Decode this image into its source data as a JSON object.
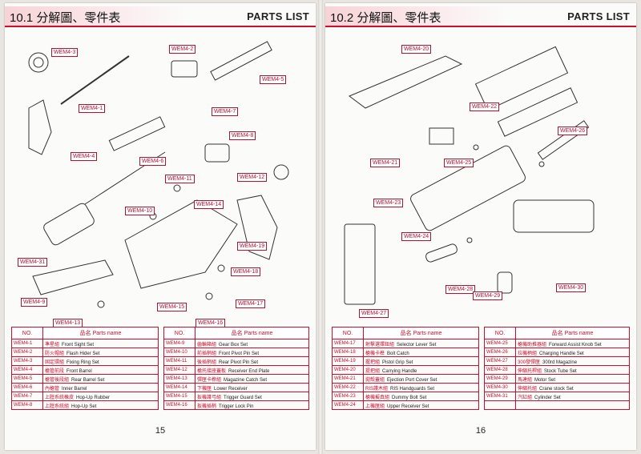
{
  "left_page": {
    "section_title": "10.1 分解圖、零件表",
    "parts_list_label": "PARTS LIST",
    "page_number": "15",
    "callouts": [
      "WEM4-3",
      "WEM4-2",
      "WEM4-5",
      "WEM4-1",
      "WEM4-7",
      "WEM4-8",
      "WEM4-4",
      "WEM4-6",
      "WEM4-11",
      "WEM4-12",
      "WEM4-10",
      "WEM4-14",
      "WEM4-31",
      "WEM4-19",
      "WEM4-18",
      "WEM4-9",
      "WEM4-17",
      "WEM4-15",
      "WEM4-13",
      "WEM4-16"
    ],
    "table_headers": {
      "no": "NO.",
      "name": "品名 Parts name"
    },
    "table_left": [
      {
        "no": "WEM4-1",
        "zh": "準星組",
        "en": "Front Sight Set"
      },
      {
        "no": "WEM4-2",
        "zh": "防火帽組",
        "en": "Flash Hider Set"
      },
      {
        "no": "WEM4-3",
        "zh": "固定環組",
        "en": "Fixing Ring Set"
      },
      {
        "no": "WEM4-4",
        "zh": "槍管前段",
        "en": "Front Barrel"
      },
      {
        "no": "WEM4-5",
        "zh": "槍管後段組",
        "en": "Rear Barrel Set"
      },
      {
        "no": "WEM4-6",
        "zh": "內槍管",
        "en": "Inner Barrel"
      },
      {
        "no": "WEM4-7",
        "zh": "上膛系統橡皮",
        "en": "Hop-Up Rubber"
      },
      {
        "no": "WEM4-8",
        "zh": "上膛系統組",
        "en": "Hop-Up Set"
      }
    ],
    "table_right": [
      {
        "no": "WEM4-9",
        "zh": "齒輪箱組",
        "en": "Gear Box Set"
      },
      {
        "no": "WEM4-10",
        "zh": "前插梢組",
        "en": "Front Pivot Pin Set"
      },
      {
        "no": "WEM4-11",
        "zh": "後插梢組",
        "en": "Rear Pivot Pin Set"
      },
      {
        "no": "WEM4-12",
        "zh": "槍托接座蓋板",
        "en": "Receiver End Plate"
      },
      {
        "no": "WEM4-13",
        "zh": "彈匣卡榫組",
        "en": "Magazine Catch Set"
      },
      {
        "no": "WEM4-14",
        "zh": "下機匣",
        "en": "Lower Receiver"
      },
      {
        "no": "WEM4-15",
        "zh": "扳機護弓組",
        "en": "Trigger Guard Set"
      },
      {
        "no": "WEM4-16",
        "zh": "扳機插梢",
        "en": "Trigger Lock Pin"
      }
    ]
  },
  "right_page": {
    "section_title": "10.2 分解圖、零件表",
    "parts_list_label": "PARTS LIST",
    "page_number": "16",
    "callouts": [
      "WEM4-20",
      "WEM4-22",
      "WEM4-26",
      "WEM4-21",
      "WEM4-25",
      "WEM4-23",
      "WEM4-24",
      "WEM4-28",
      "WEM4-29",
      "WEM4-30",
      "WEM4-27"
    ],
    "table_headers": {
      "no": "NO.",
      "name": "品名 Parts name"
    },
    "table_left": [
      {
        "no": "WEM4-17",
        "zh": "射擊選擇鈕組",
        "en": "Selector Lever Set"
      },
      {
        "no": "WEM4-18",
        "zh": "槍機卡榫",
        "en": "Bolt Catch"
      },
      {
        "no": "WEM4-19",
        "zh": "握把組",
        "en": "Pistol Grip Set"
      },
      {
        "no": "WEM4-20",
        "zh": "提把組",
        "en": "Carrying Handle"
      },
      {
        "no": "WEM4-21",
        "zh": "拋殼蓋組",
        "en": "Ejection Port Cover Set"
      },
      {
        "no": "WEM4-22",
        "zh": "RIS護木組",
        "en": "RIS Handguards Set"
      },
      {
        "no": "WEM4-23",
        "zh": "槍機擬真組",
        "en": "Dummy Bolt Set"
      },
      {
        "no": "WEM4-24",
        "zh": "上機匣組",
        "en": "Upper Receiver Set"
      }
    ],
    "table_right": [
      {
        "no": "WEM4-25",
        "zh": "槍機助推器組",
        "en": "Forward Assist Knob Set"
      },
      {
        "no": "WEM4-26",
        "zh": "拉機柄組",
        "en": "Charging Handle Set"
      },
      {
        "no": "WEM4-27",
        "zh": "300發彈匣",
        "en": "300rd Magazine"
      },
      {
        "no": "WEM4-28",
        "zh": "伸縮托桿組",
        "en": "Stock Tube Set"
      },
      {
        "no": "WEM4-29",
        "zh": "馬達組",
        "en": "Motor Set"
      },
      {
        "no": "WEM4-30",
        "zh": "伸縮托組",
        "en": "Crane stock Set"
      },
      {
        "no": "WEM4-31",
        "zh": "汽缸組",
        "en": "Cylinder Set"
      }
    ]
  }
}
